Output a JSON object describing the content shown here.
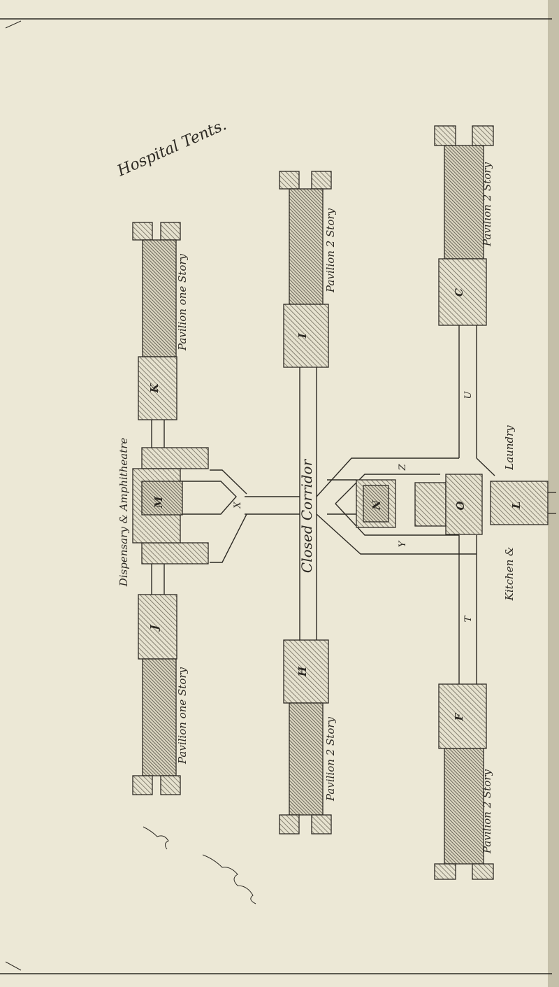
{
  "title": "Hospital Tents.",
  "corridor_label": "Closed Corridor",
  "pavilions": {
    "K": "Pavilion one Story",
    "J": "Pavilion one Story",
    "I": "Pavilion 2 Story",
    "H": "Pavilion 2 Story",
    "C": "Pavilion 2 Story",
    "F": "Pavilion 2 Story"
  },
  "block_letters": {
    "K": "K",
    "J": "J",
    "M": "M",
    "I": "I",
    "H": "H",
    "C": "C",
    "F": "F",
    "N": "N",
    "O": "O",
    "L": "L"
  },
  "connector_letters": {
    "X": "X",
    "U": "U",
    "Z": "Z",
    "Y": "Y",
    "T": "T"
  },
  "side_labels": {
    "dispensary": "Dispensary & Amphitheatre",
    "laundry": "Laundry",
    "kitchen": "Kitchen &"
  },
  "colors": {
    "paper": "#ece8d6",
    "ink": "#2d2a24",
    "hatch": "#6f6a5c",
    "edge": "#c4bfa9"
  }
}
